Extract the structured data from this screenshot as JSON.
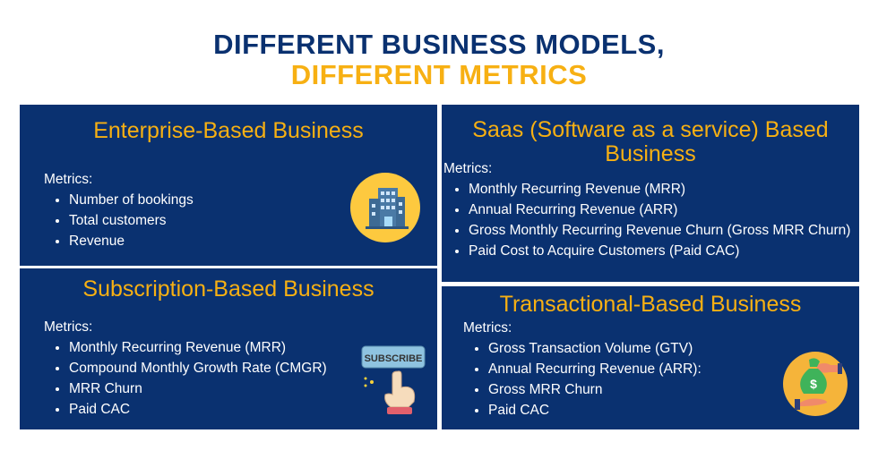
{
  "title_line1": "DIFFERENT BUSINESS MODELS,",
  "title_line2": "DIFFERENT METRICS",
  "colors": {
    "navy": "#0a3170",
    "orange": "#f7b013"
  },
  "panels": [
    {
      "title": "Enterprise-Based Business",
      "metrics_label": "Metrics:",
      "items": [
        "Number of bookings",
        "Total customers",
        "Revenue"
      ],
      "icon": "office-building-icon"
    },
    {
      "title": "Saas (Software as a service) Based Business",
      "metrics_label": "Metrics:",
      "items": [
        "Monthly Recurring Revenue (MRR)",
        "Annual Recurring Revenue (ARR)",
        "Gross Monthly Recurring Revenue Churn (Gross MRR Churn)",
        "Paid Cost to Acquire Customers (Paid CAC)"
      ]
    },
    {
      "title": "Subscription-Based Business",
      "metrics_label": "Metrics:",
      "items": [
        "Monthly Recurring Revenue (MRR)",
        "Compound Monthly Growth Rate (CMGR)",
        "MRR Churn",
        "Paid CAC"
      ],
      "icon": "subscribe-button-icon",
      "icon_text": "SUBSCRIBE"
    },
    {
      "title": "Transactional-Based Business",
      "metrics_label": "Metrics:",
      "items": [
        "Gross Transaction Volume (GTV)",
        "Annual Recurring Revenue (ARR):",
        "Gross MRR Churn",
        "Paid CAC"
      ],
      "icon": "money-bag-hands-icon"
    }
  ]
}
